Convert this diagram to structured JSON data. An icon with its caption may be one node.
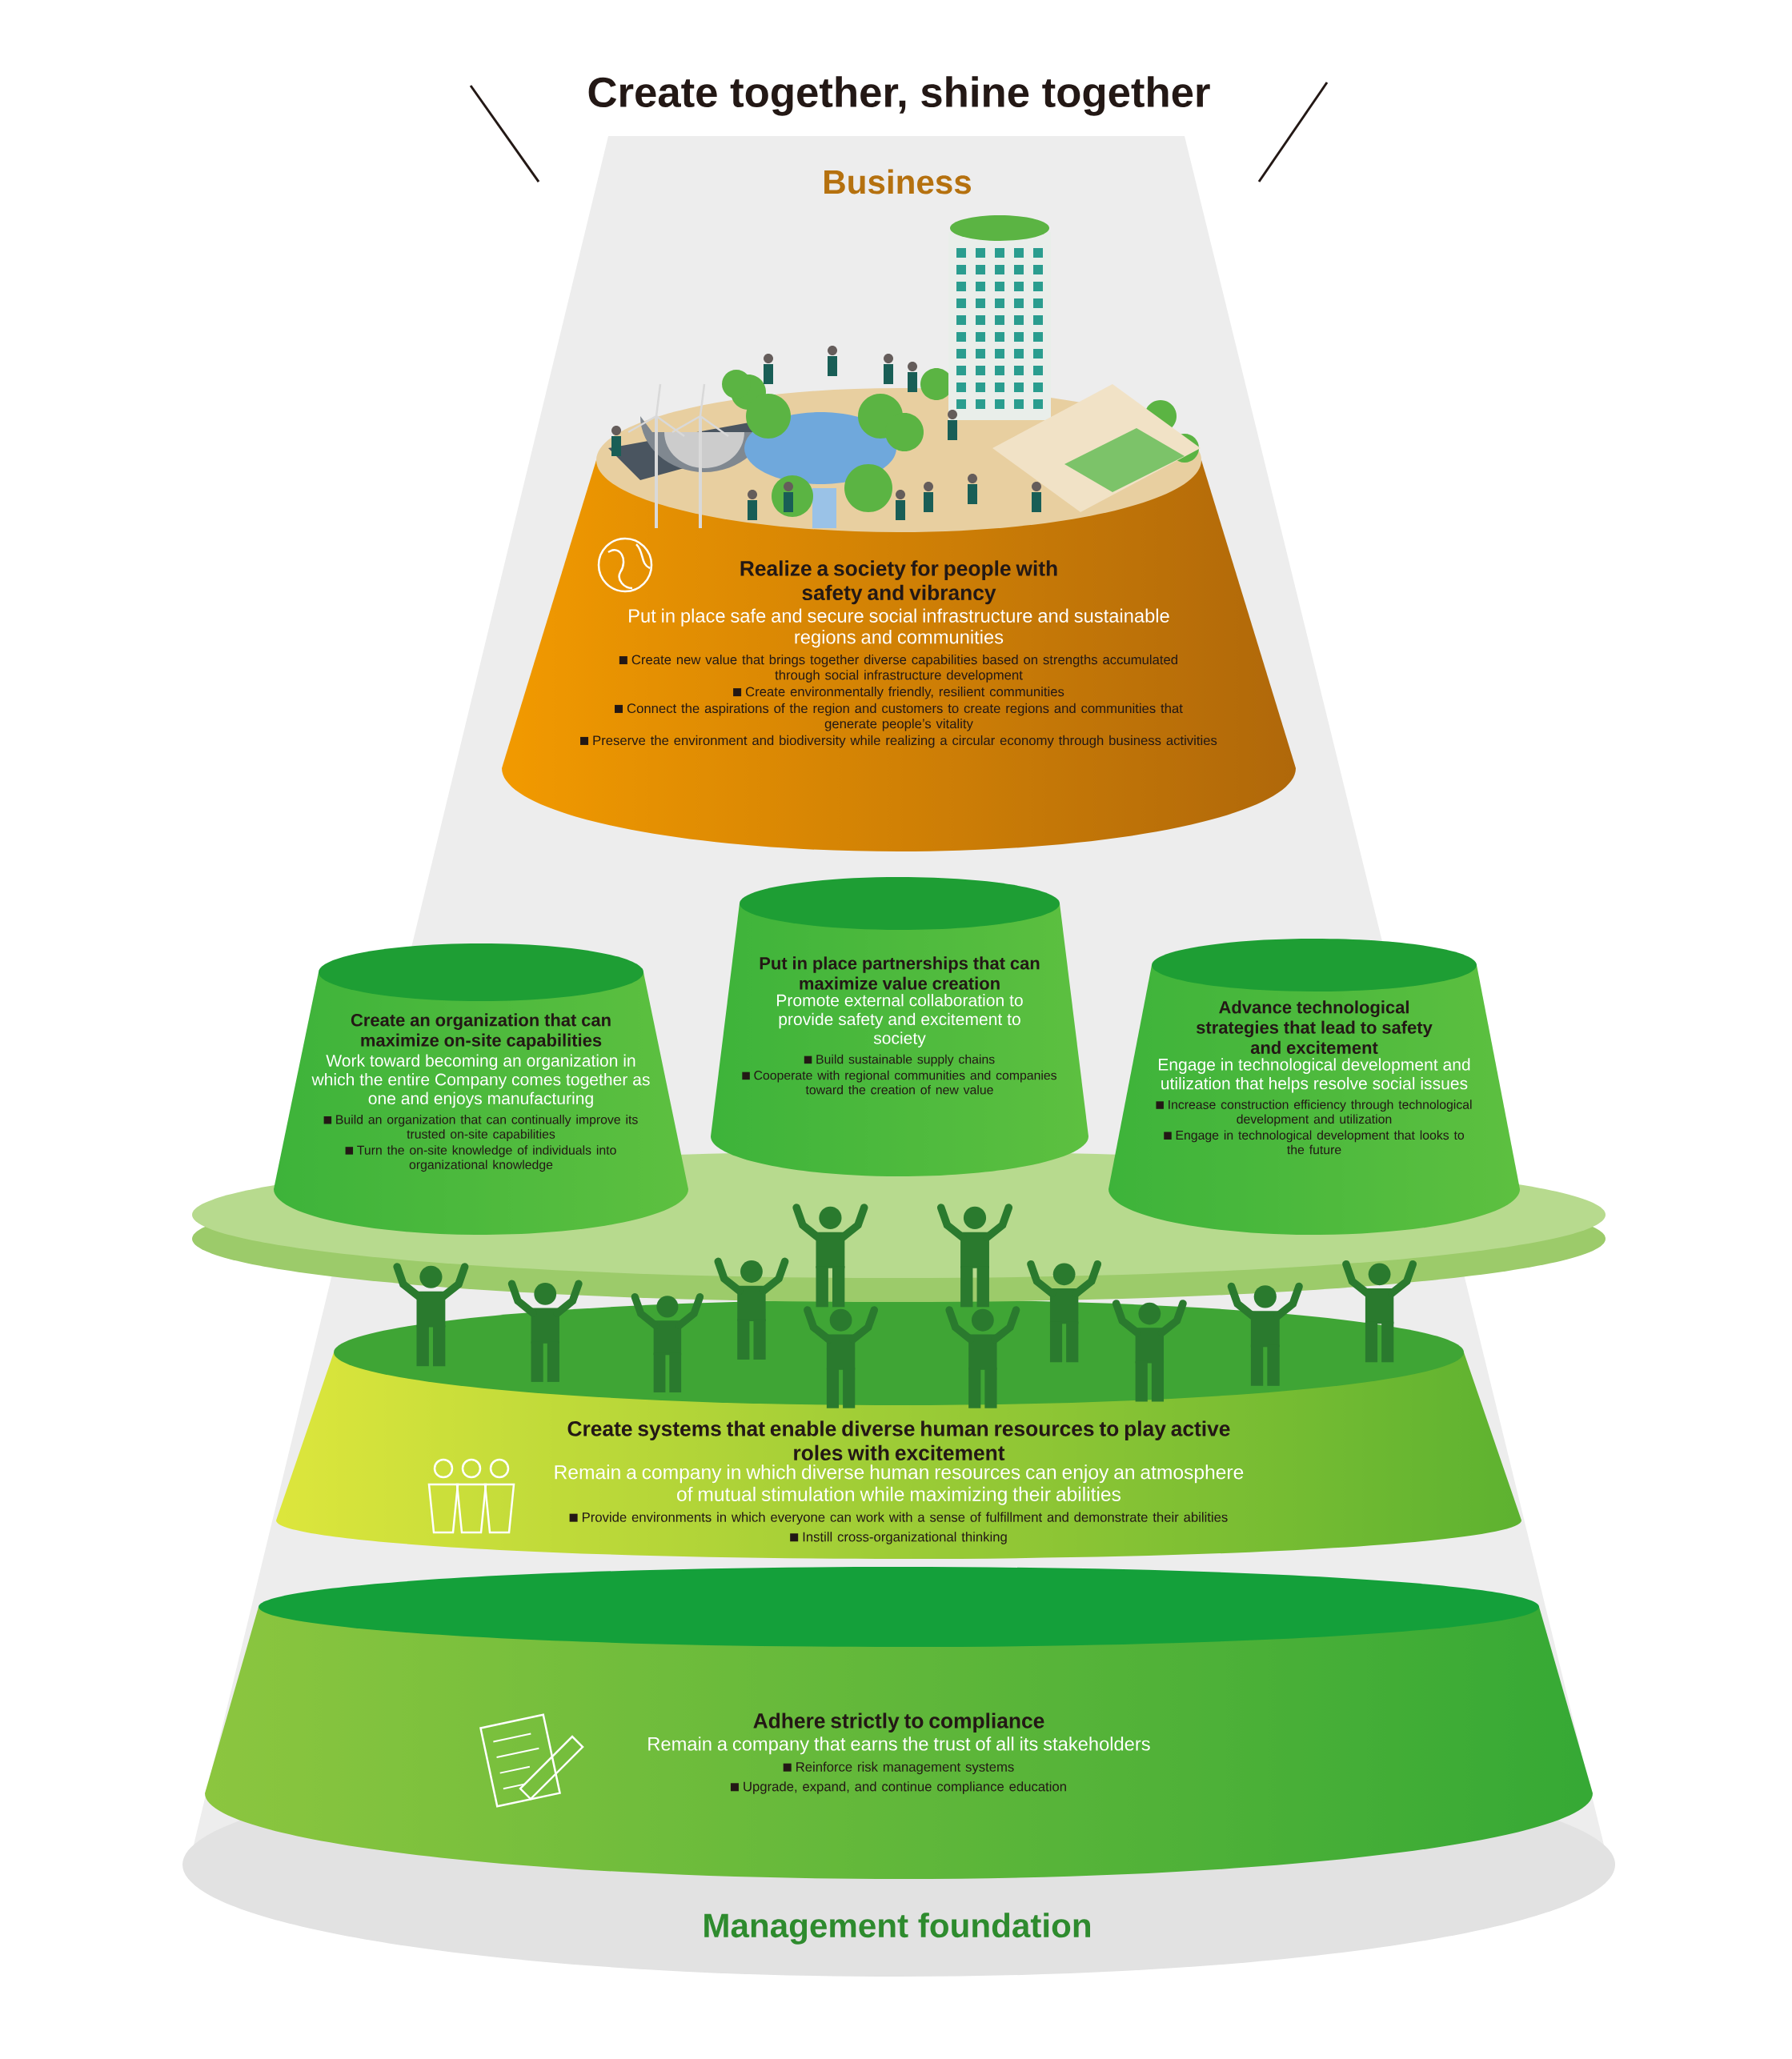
{
  "diagram": {
    "title": "Create together, shine together",
    "nodes": [
      {
        "text": [
          "Realize a society for people with safety and vibrancy",
          "Put in place safe and secure social infrastructure and sustainable regions and communities",
          "Create new value that brings together diverse capabilities based on strengths accumulated through social infrastructure development",
          "Create environmentally friendly, resilient communities",
          "Connect the aspirations of the region and customers to create regions and communities that generate people’s vitality",
          "Preserve the environment and biodiversity while realizing a circular economy through business activities"
        ]
      },
      {
        "text": [
          "Create an organization that can maximize on-site capabilities",
          "Work toward becoming an organization in which the entire Company comes together as one and enjoys manufacturing",
          "Build an organization that can continually improve its trusted on-site capabilities",
          "Turn the on-site knowledge of individuals into organizational knowledge"
        ]
      },
      {
        "text": [
          "Put in place partnerships that can maximize value creation",
          "Promote external collaboration to provide safety and excitement to society",
          "Build sustainable supply chains",
          "Cooperate with regional communities and companies toward the creation of new value"
        ]
      },
      {
        "text": [
          "Advance technological strategies that lead to safety and excitement",
          "Engage in technological development and utilization that helps resolve social issues",
          "Increase construction efficiency through technological development and utilization",
          "Engage in technological development that looks to the future"
        ]
      },
      {
        "text": [
          "Create systems that enable diverse human resources to play active roles with excitement",
          "Remain a company in which diverse human resources can enjoy an atmosphere of mutual stimulation while maximizing their abilities",
          "Provide environments in which everyone can work with a sense of fulfillment and demonstrate their abilities",
          "Instill cross-organizational thinking"
        ]
      },
      {
        "text": [
          "Adhere strictly to compliance",
          "Remain a company that earns the trust of all its stakeholders",
          "Reinforce risk management systems",
          "Upgrade, expand, and continue compliance education"
        ]
      }
    ],
    "labels": [
      "Business",
      "Management foundation"
    ]
  }
}
